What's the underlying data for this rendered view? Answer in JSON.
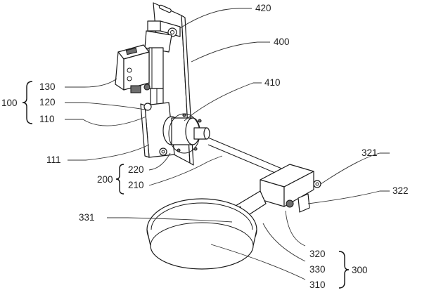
{
  "figure": {
    "callouts": {
      "c420": "420",
      "c400": "400",
      "c130": "130",
      "c120": "120",
      "c110": "110",
      "c100": "100",
      "c410": "410",
      "c111": "111",
      "c220": "220",
      "c210": "210",
      "c200": "200",
      "c321": "321",
      "c322": "322",
      "c331": "331",
      "c320": "320",
      "c330": "330",
      "c310": "310",
      "c300": "300"
    }
  }
}
